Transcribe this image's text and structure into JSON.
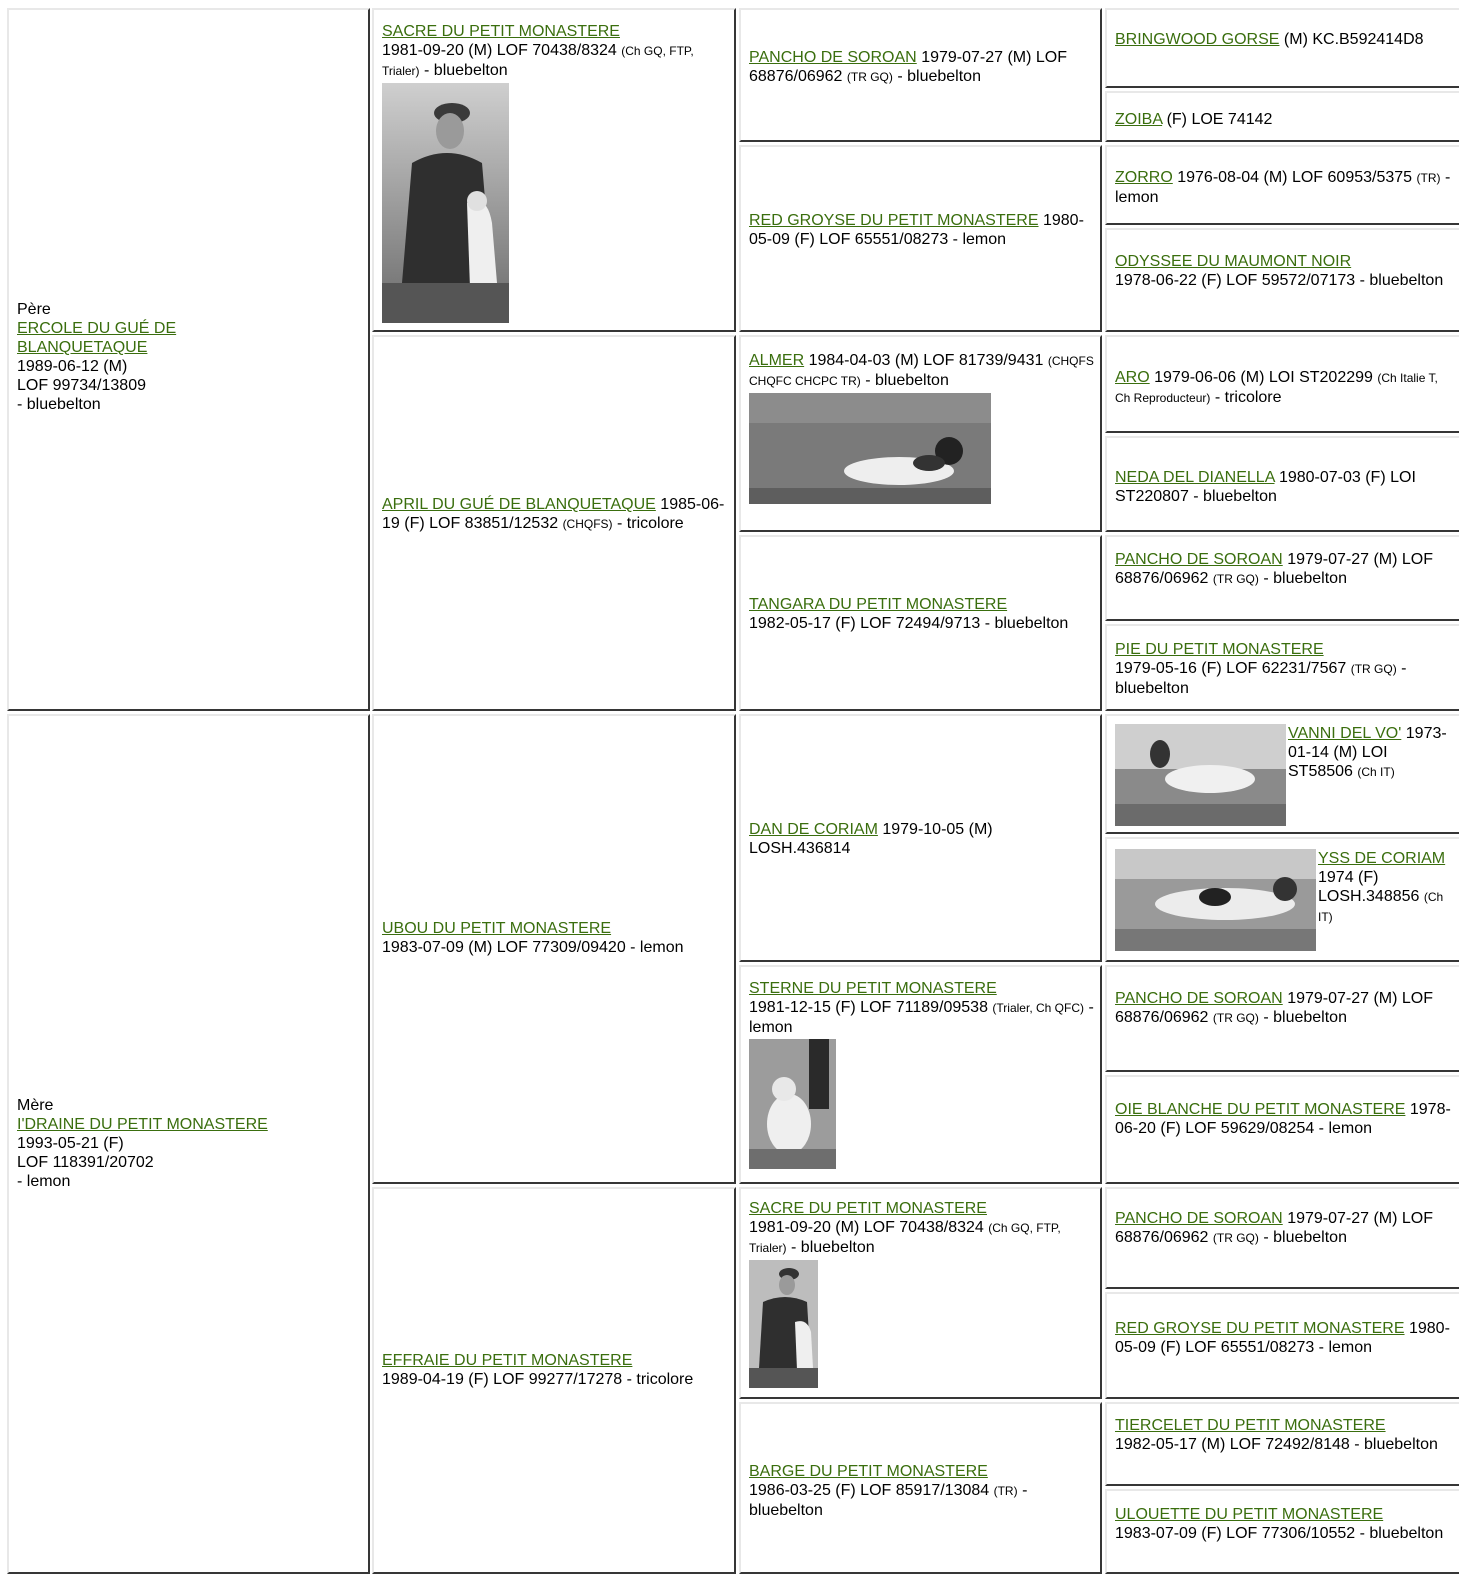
{
  "cells": {
    "c1": {
      "prefix": "Père",
      "name": "ERCOLE DU GUÉ DE BLANQUETAQUE",
      "line1": "1989-06-12 (M)",
      "line2": "LOF 99734/13809",
      "line3": "- bluebelton"
    },
    "c2": {
      "name": "SACRE DU PETIT MONASTERE",
      "info": "1981-09-20 (M) LOF 70438/8324",
      "small": "(Ch GQ, FTP, Trialer)",
      "tail": "- bluebelton",
      "photo": "hunter-with-dog-photo"
    },
    "c3": {
      "name": "PANCHO DE SOROAN",
      "info": "1979-07-27 (M) LOF 68876/06962",
      "small": "(TR GQ)",
      "tail": "- bluebelton"
    },
    "c4": {
      "name": "BRINGWOOD GORSE",
      "info": "(M) KC.B592414D8"
    },
    "c5": {
      "name": "ZOIBA",
      "info": "(F) LOE 74142"
    },
    "c6": {
      "name": "RED GROYSE DU PETIT MONASTERE",
      "info": "1980-05-09 (F) LOF 65551/08273 - lemon"
    },
    "c7": {
      "name": "ZORRO",
      "info": "1976-08-04 (M) LOF 60953/5375",
      "small": "(TR)",
      "tail": "- lemon"
    },
    "c8": {
      "name": "ODYSSEE DU MAUMONT NOIR",
      "info": "1978-06-22 (F) LOF 59572/07173 - bluebelton"
    },
    "c9": {
      "name": "APRIL DU GUÉ DE BLANQUETAQUE",
      "info": "1985-06-19 (F) LOF 83851/12532",
      "small": "(CHQFS)",
      "tail": "- tricolore"
    },
    "c10": {
      "name": "ALMER",
      "info": "1984-04-03 (M) LOF 81739/9431",
      "small": "(CHQFS CHQFC CHCPC TR)",
      "tail": "- bluebelton",
      "photo": "dog-in-field-photo"
    },
    "c11": {
      "name": "ARO",
      "info": "1979-06-06 (M) LOI ST202299",
      "small": "(Ch Italie T, Ch Reproducteur)",
      "tail": "- tricolore"
    },
    "c12": {
      "name": "NEDA DEL DIANELLA",
      "info": "1980-07-03 (F) LOI ST220807 - bluebelton"
    },
    "c13": {
      "name": "TANGARA DU PETIT MONASTERE",
      "info": "1982-05-17 (F) LOF 72494/9713 - bluebelton"
    },
    "c14": {
      "name": "PANCHO DE SOROAN",
      "info": "1979-07-27 (M) LOF 68876/06962",
      "small": "(TR GQ)",
      "tail": "- bluebelton"
    },
    "c15": {
      "name": "PIE DU PETIT MONASTERE",
      "info": "1979-05-16 (F) LOF 62231/7567",
      "small": "(TR GQ)",
      "tail": "- bluebelton"
    },
    "c16": {
      "prefix": "Mère",
      "name": "I'DRAINE DU PETIT MONASTERE",
      "line1": "1993-05-21 (F)",
      "line2": "LOF 118391/20702",
      "line3": "- lemon"
    },
    "c17": {
      "name": "UBOU DU PETIT MONASTERE",
      "info": "1983-07-09 (M) LOF 77309/09420 - lemon"
    },
    "c18": {
      "name": "DAN DE CORIAM",
      "info": "1979-10-05 (M) LOSH.436814"
    },
    "c19": {
      "name": "VANNI DEL VO'",
      "info": "1973-01-14 (M) LOI ST58506",
      "small": "(Ch IT)",
      "photo": "setter-standing-photo"
    },
    "c20": {
      "name": "YSS DE CORIAM",
      "info": "1974 (F) LOSH.348856",
      "small": "(Ch IT)",
      "photo": "setter-pointing-photo"
    },
    "c21": {
      "name": "STERNE DU PETIT MONASTERE",
      "info": "1981-12-15 (F) LOF 71189/09538",
      "small": "(Trialer, Ch QFC)",
      "tail": "- lemon",
      "photo": "sitting-dog-photo"
    },
    "c22": {
      "name": "PANCHO DE SOROAN",
      "info": "1979-07-27 (M) LOF 68876/06962",
      "small": "(TR GQ)",
      "tail": "- bluebelton"
    },
    "c23": {
      "name": "OIE BLANCHE DU PETIT MONASTERE",
      "info": "1978-06-20 (F) LOF 59629/08254 - lemon"
    },
    "c24": {
      "name": "EFFRAIE DU PETIT MONASTERE",
      "info": "1989-04-19 (F) LOF 99277/17278 - tricolore"
    },
    "c25": {
      "name": "SACRE DU PETIT MONASTERE",
      "info": "1981-09-20 (M) LOF 70438/8324",
      "small": "(Ch GQ, FTP, Trialer)",
      "tail": "- bluebelton",
      "photo": "hunter-with-dog-photo"
    },
    "c26": {
      "name": "PANCHO DE SOROAN",
      "info": "1979-07-27 (M) LOF 68876/06962",
      "small": "(TR GQ)",
      "tail": "- bluebelton"
    },
    "c27": {
      "name": "RED GROYSE DU PETIT MONASTERE",
      "info": "1980-05-09 (F) LOF 65551/08273 - lemon"
    },
    "c28": {
      "name": "BARGE DU PETIT MONASTERE",
      "info": "1986-03-25 (F) LOF 85917/13084",
      "small": "(TR)",
      "tail": "- bluebelton"
    },
    "c29": {
      "name": "TIERCELET DU PETIT MONASTERE",
      "info": "1982-05-17 (M) LOF 72492/8148 - bluebelton"
    },
    "c30": {
      "name": "ULOUETTE DU PETIT MONASTERE",
      "info": "1983-07-09 (F) LOF 77306/10552 - bluebelton"
    }
  },
  "colors": {
    "link": "#3a6e0e",
    "border_light": "#e8e8e8",
    "border_dark": "#8a8a8a"
  }
}
